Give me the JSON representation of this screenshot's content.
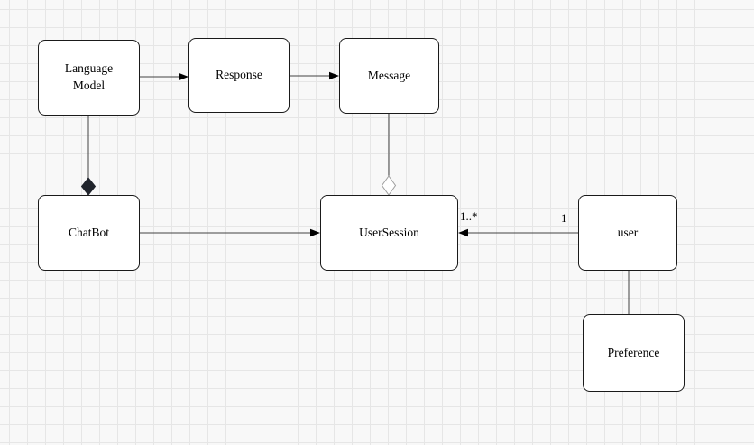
{
  "diagram": {
    "nodes": {
      "language_model": {
        "label": "Language Model"
      },
      "response": {
        "label": "Response"
      },
      "message": {
        "label": "Message"
      },
      "chatbot": {
        "label": "ChatBot"
      },
      "user_session": {
        "label": "UserSession"
      },
      "user": {
        "label": "user"
      },
      "preference": {
        "label": "Preference"
      }
    },
    "edges": {
      "language_model_to_response": {
        "type": "arrow"
      },
      "response_to_message": {
        "type": "arrow"
      },
      "chatbot_to_user_session": {
        "type": "arrow"
      },
      "user_to_user_session": {
        "type": "arrow",
        "source_multiplicity": "1",
        "target_multiplicity": "1..*"
      },
      "language_model_to_chatbot": {
        "type": "composition-diamond"
      },
      "message_to_user_session": {
        "type": "aggregation-diamond"
      },
      "user_to_preference": {
        "type": "line"
      }
    },
    "colors": {
      "node_fill": "#ffffff",
      "node_border": "#1a1a1a",
      "edge_stroke": "#424242",
      "arrowhead_fill": "#000000",
      "composition_diamond_fill": "#20242c",
      "aggregation_diamond_stroke": "#9e9e9e",
      "canvas_background": "#f8f8f8",
      "grid_line": "#e6e6e6"
    }
  }
}
